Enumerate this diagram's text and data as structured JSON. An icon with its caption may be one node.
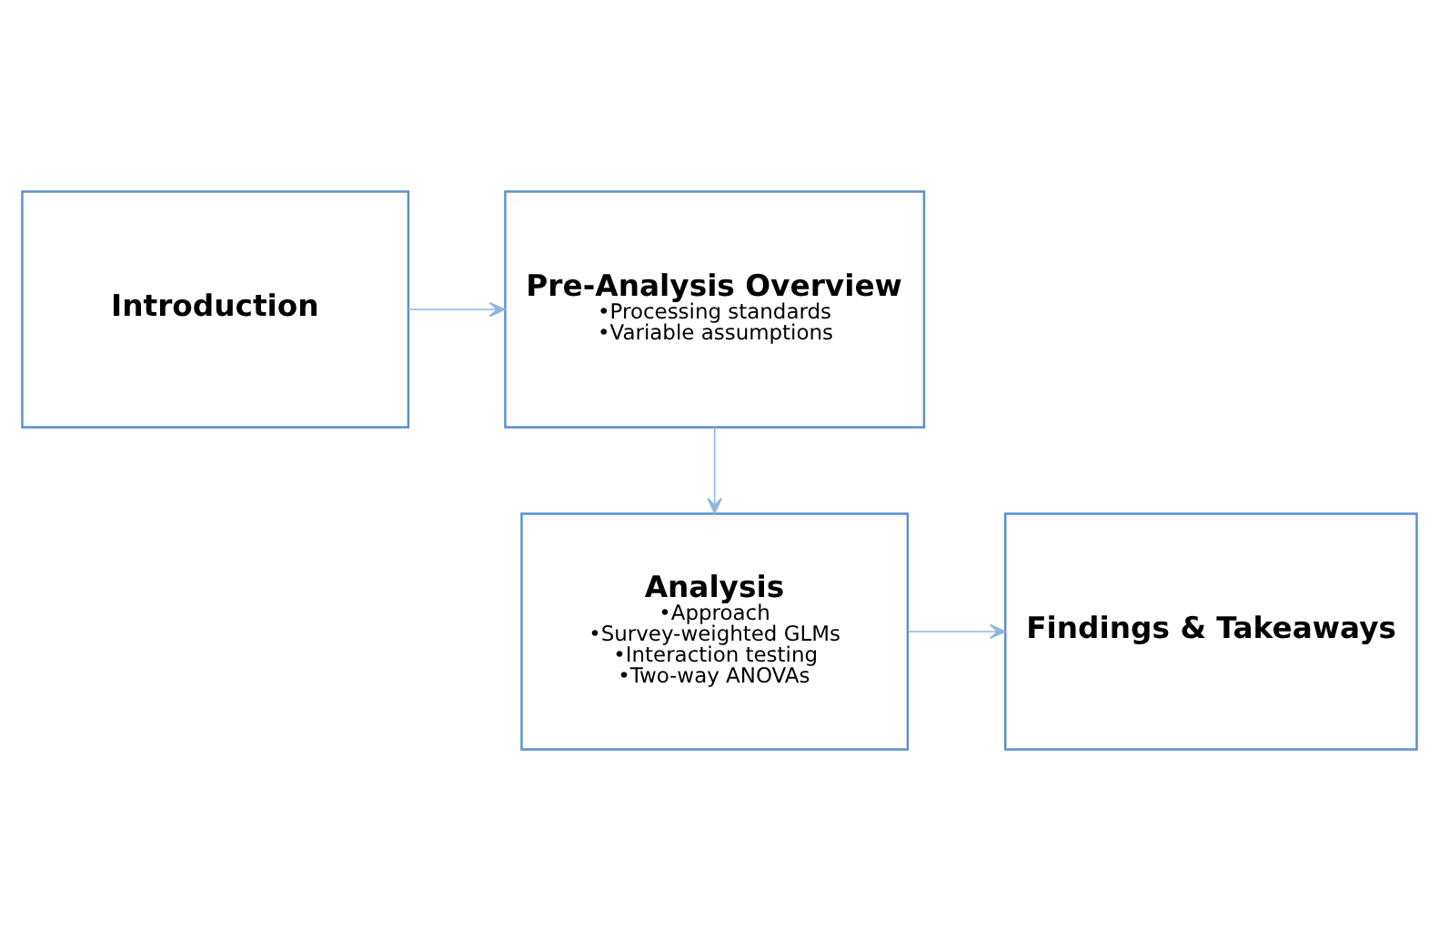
{
  "diagram": {
    "nodes": [
      {
        "text": [
          "Introduction"
        ]
      },
      {
        "text": [
          "Pre-Analysis Overview",
          "•Processing standards",
          "•Variable assumptions"
        ]
      },
      {
        "text": [
          "Analysis",
          "•Approach",
          "•Survey-weighted GLMs",
          "•Interaction testing",
          "•Two-way ANOVAs"
        ]
      },
      {
        "text": [
          "Findings & Takeaways"
        ]
      }
    ],
    "edges": [
      {
        "from": 0,
        "to": 1,
        "arrow": "to"
      },
      {
        "from": 1,
        "to": 2,
        "arrow": "to"
      },
      {
        "from": 2,
        "to": 3,
        "arrow": "to"
      }
    ]
  }
}
